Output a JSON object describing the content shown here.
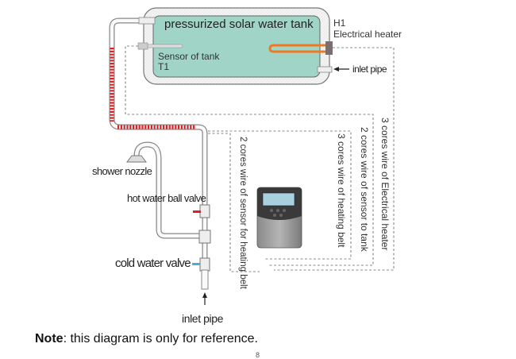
{
  "diagram": {
    "tank": {
      "title": "pressurized  solar water tank",
      "sensor_label": "Sensor of tank",
      "sensor_id": "T1"
    },
    "heater": {
      "id": "H1",
      "label": "Electrical heater"
    },
    "tank_inlet": {
      "label": "inlet pipe"
    },
    "shower_nozzle": "shower nozzle",
    "hot_water_valve": "hot water ball valve",
    "cold_water_valve": "cold water valve",
    "bottom_inlet": "inlet pipe",
    "wires": [
      "2 cores wire of sensor for heating belt",
      "3 cores wire of heating belt",
      "2 cores wire of sensor to tank",
      "3 cores wire of Electrical heater"
    ],
    "colors": {
      "tank_fill": "#9fd4c6",
      "heating_belt": "#e02020",
      "heater_element": "#f07a22",
      "cold_valve": "#4aaed8",
      "pipe_stroke": "#888888"
    }
  },
  "footer": {
    "note_bold": "Note",
    "note_text": ": this diagram is only for reference.",
    "page_marker": "8"
  }
}
